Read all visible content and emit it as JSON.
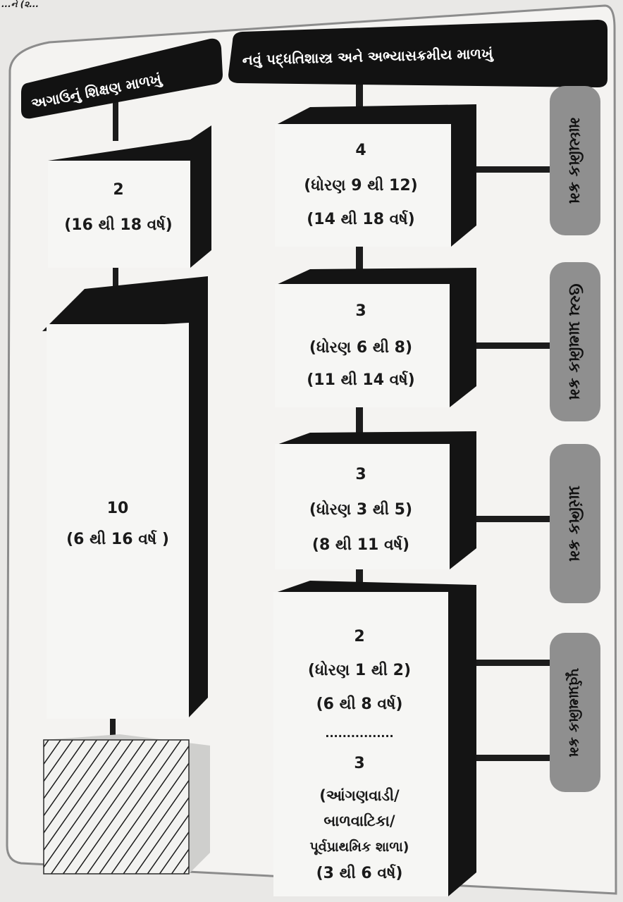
{
  "top_fragment": "...ને (૨...",
  "headers": {
    "old": "અગાઉનું શિક્ષણ માળખું",
    "new": "નવું પદ્ધતિશાસ્ત્ર અને અભ્યાસક્રમીય માળખું"
  },
  "old_blocks": [
    {
      "years": "2",
      "age": "(16 થી 18 વર્ષ)"
    },
    {
      "years": "10",
      "age": "(6 થી 16 વર્ષ )"
    }
  ],
  "new_blocks": [
    {
      "years": "4",
      "grade": "(ધોરણ 9 થી 12)",
      "age": "(14 થી 18 વર્ષ)"
    },
    {
      "years": "3",
      "grade": "(ધોરણ 6 થી 8)",
      "age": "(11 થી 14 વર્ષ)"
    },
    {
      "years": "3",
      "grade": "(ધોરણ 3 થી 5)",
      "age": "(8 થી 11 વર્ષ)"
    },
    {
      "years": "2",
      "grade": "(ધોરણ 1 થી 2)",
      "age": "(6 થી 8 વર્ષ)"
    },
    {
      "years": "3",
      "line1": "(આંગણવાડી/",
      "line2": "બાળવાટિકા/",
      "line3": "પૂર્વપ્રાથમિક શાળા)",
      "age": "(3 થી 6 વર્ષ)"
    }
  ],
  "stages": [
    "માધ્યમિક ક્રમ",
    "ઉચ્ચ પ્રાથમિક ક્રમ",
    "પ્રારંભિક ક્રમ",
    "પૂર્વપ્રાથમિક ક્રમ"
  ],
  "divider": "................"
}
